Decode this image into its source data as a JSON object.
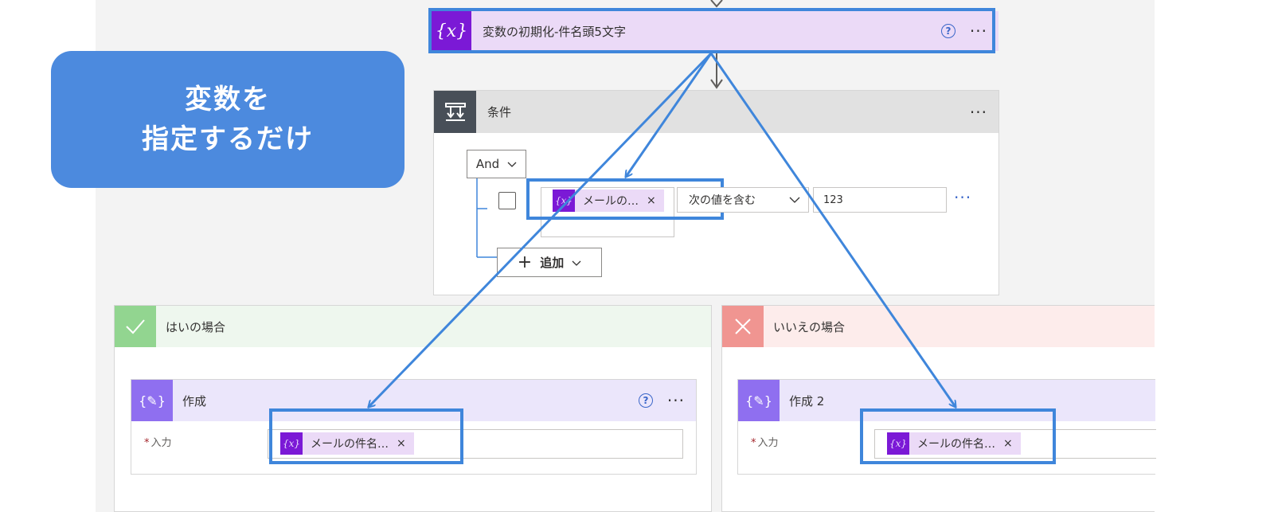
{
  "callout": {
    "line1": "変数を",
    "line2": "指定するだけ"
  },
  "init_variable": {
    "title": "変数の初期化-件名頭5文字",
    "icon": "{x}"
  },
  "condition": {
    "title": "条件",
    "and_label": "And",
    "row": {
      "token_label": "メールの…",
      "token_remove": "×",
      "operator": "次の値を含む",
      "value": "123"
    },
    "add_label": "追加"
  },
  "yes_branch": {
    "title": "はいの場合",
    "compose": {
      "title": "作成",
      "input_label": "入力",
      "token_label": "メールの件名…",
      "token_remove": "×"
    }
  },
  "no_branch": {
    "title": "いいえの場合",
    "compose": {
      "title": "作成 2",
      "input_label": "入力",
      "token_label": "メールの件名…",
      "token_remove": "×"
    }
  },
  "colors": {
    "variable": "#7b19d6",
    "compose": "#8f6ff0",
    "yes": "#92d590",
    "no": "#f09591",
    "highlight": "#3f86db"
  }
}
